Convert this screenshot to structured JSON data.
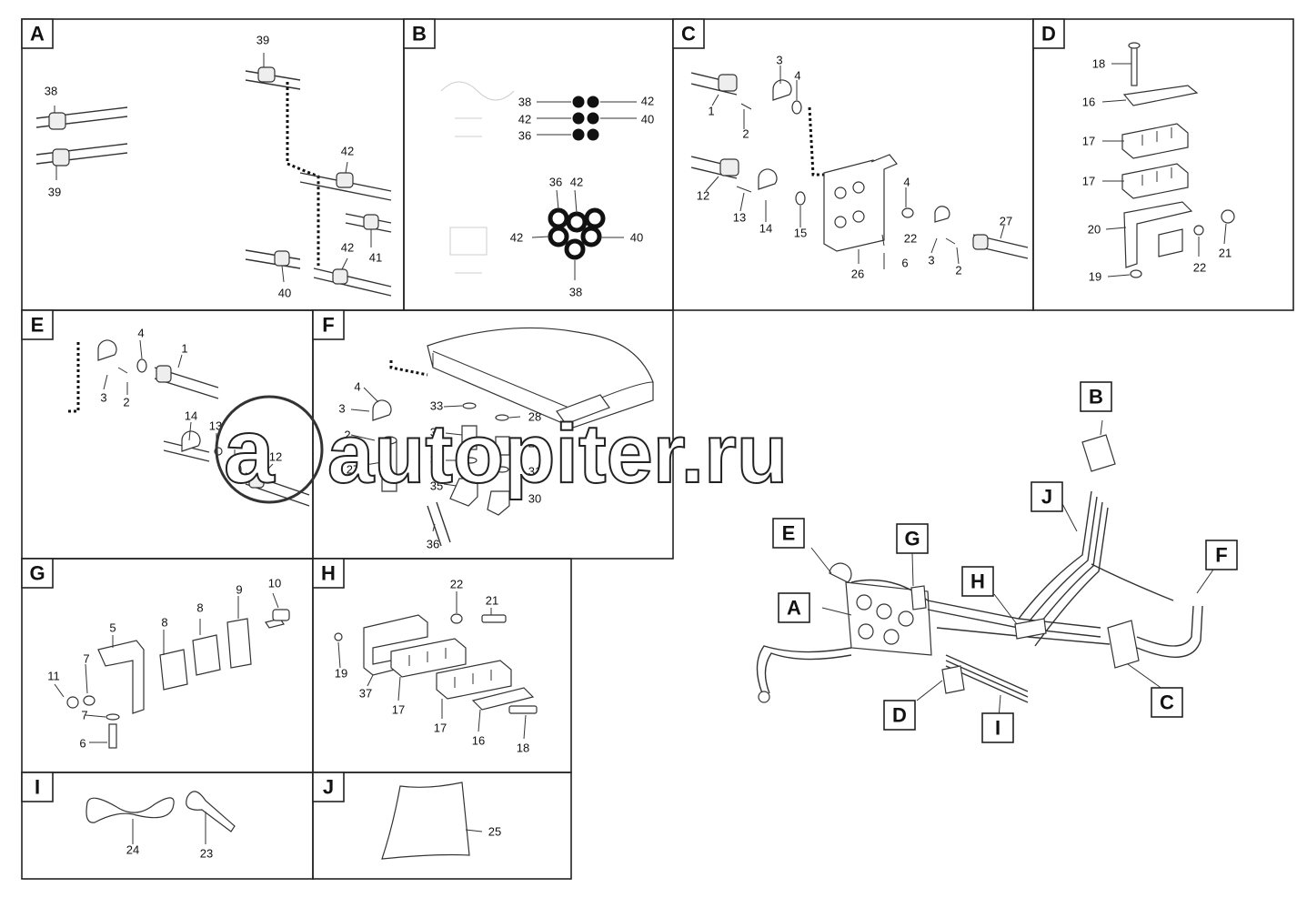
{
  "watermark": {
    "text": "autopiter.ru",
    "symbol": "a"
  },
  "panels": {
    "A": {
      "tag": "A",
      "labels": [
        "39",
        "38",
        "39",
        "42",
        "41",
        "42",
        "40"
      ]
    },
    "B": {
      "tag": "B",
      "labels": [
        "38",
        "42",
        "42",
        "40",
        "36",
        "36",
        "42",
        "42",
        "40",
        "38"
      ]
    },
    "C": {
      "tag": "C",
      "labels": [
        "3",
        "4",
        "1",
        "2",
        "12",
        "13",
        "14",
        "15",
        "4",
        "22",
        "6",
        "26",
        "3",
        "2",
        "27"
      ]
    },
    "D": {
      "tag": "D",
      "labels": [
        "18",
        "16",
        "17",
        "17",
        "20",
        "19",
        "22",
        "21"
      ]
    },
    "E": {
      "tag": "E",
      "labels": [
        "4",
        "1",
        "3",
        "2",
        "14",
        "13",
        "15",
        "12"
      ]
    },
    "F": {
      "tag": "F",
      "labels": [
        "4",
        "3",
        "2",
        "27",
        "33",
        "28",
        "32",
        "29",
        "34",
        "31",
        "35",
        "30",
        "36"
      ]
    },
    "G": {
      "tag": "G",
      "labels": [
        "10",
        "9",
        "8",
        "8",
        "5",
        "7",
        "11",
        "7",
        "6"
      ]
    },
    "H": {
      "tag": "H",
      "labels": [
        "22",
        "21",
        "19",
        "37",
        "17",
        "17",
        "16",
        "18"
      ]
    },
    "I": {
      "tag": "I",
      "labels": [
        "24",
        "23"
      ]
    },
    "J": {
      "tag": "J",
      "labels": [
        "25"
      ]
    }
  },
  "overview_callouts": [
    "B",
    "J",
    "E",
    "G",
    "H",
    "F",
    "A",
    "D",
    "I",
    "C"
  ]
}
